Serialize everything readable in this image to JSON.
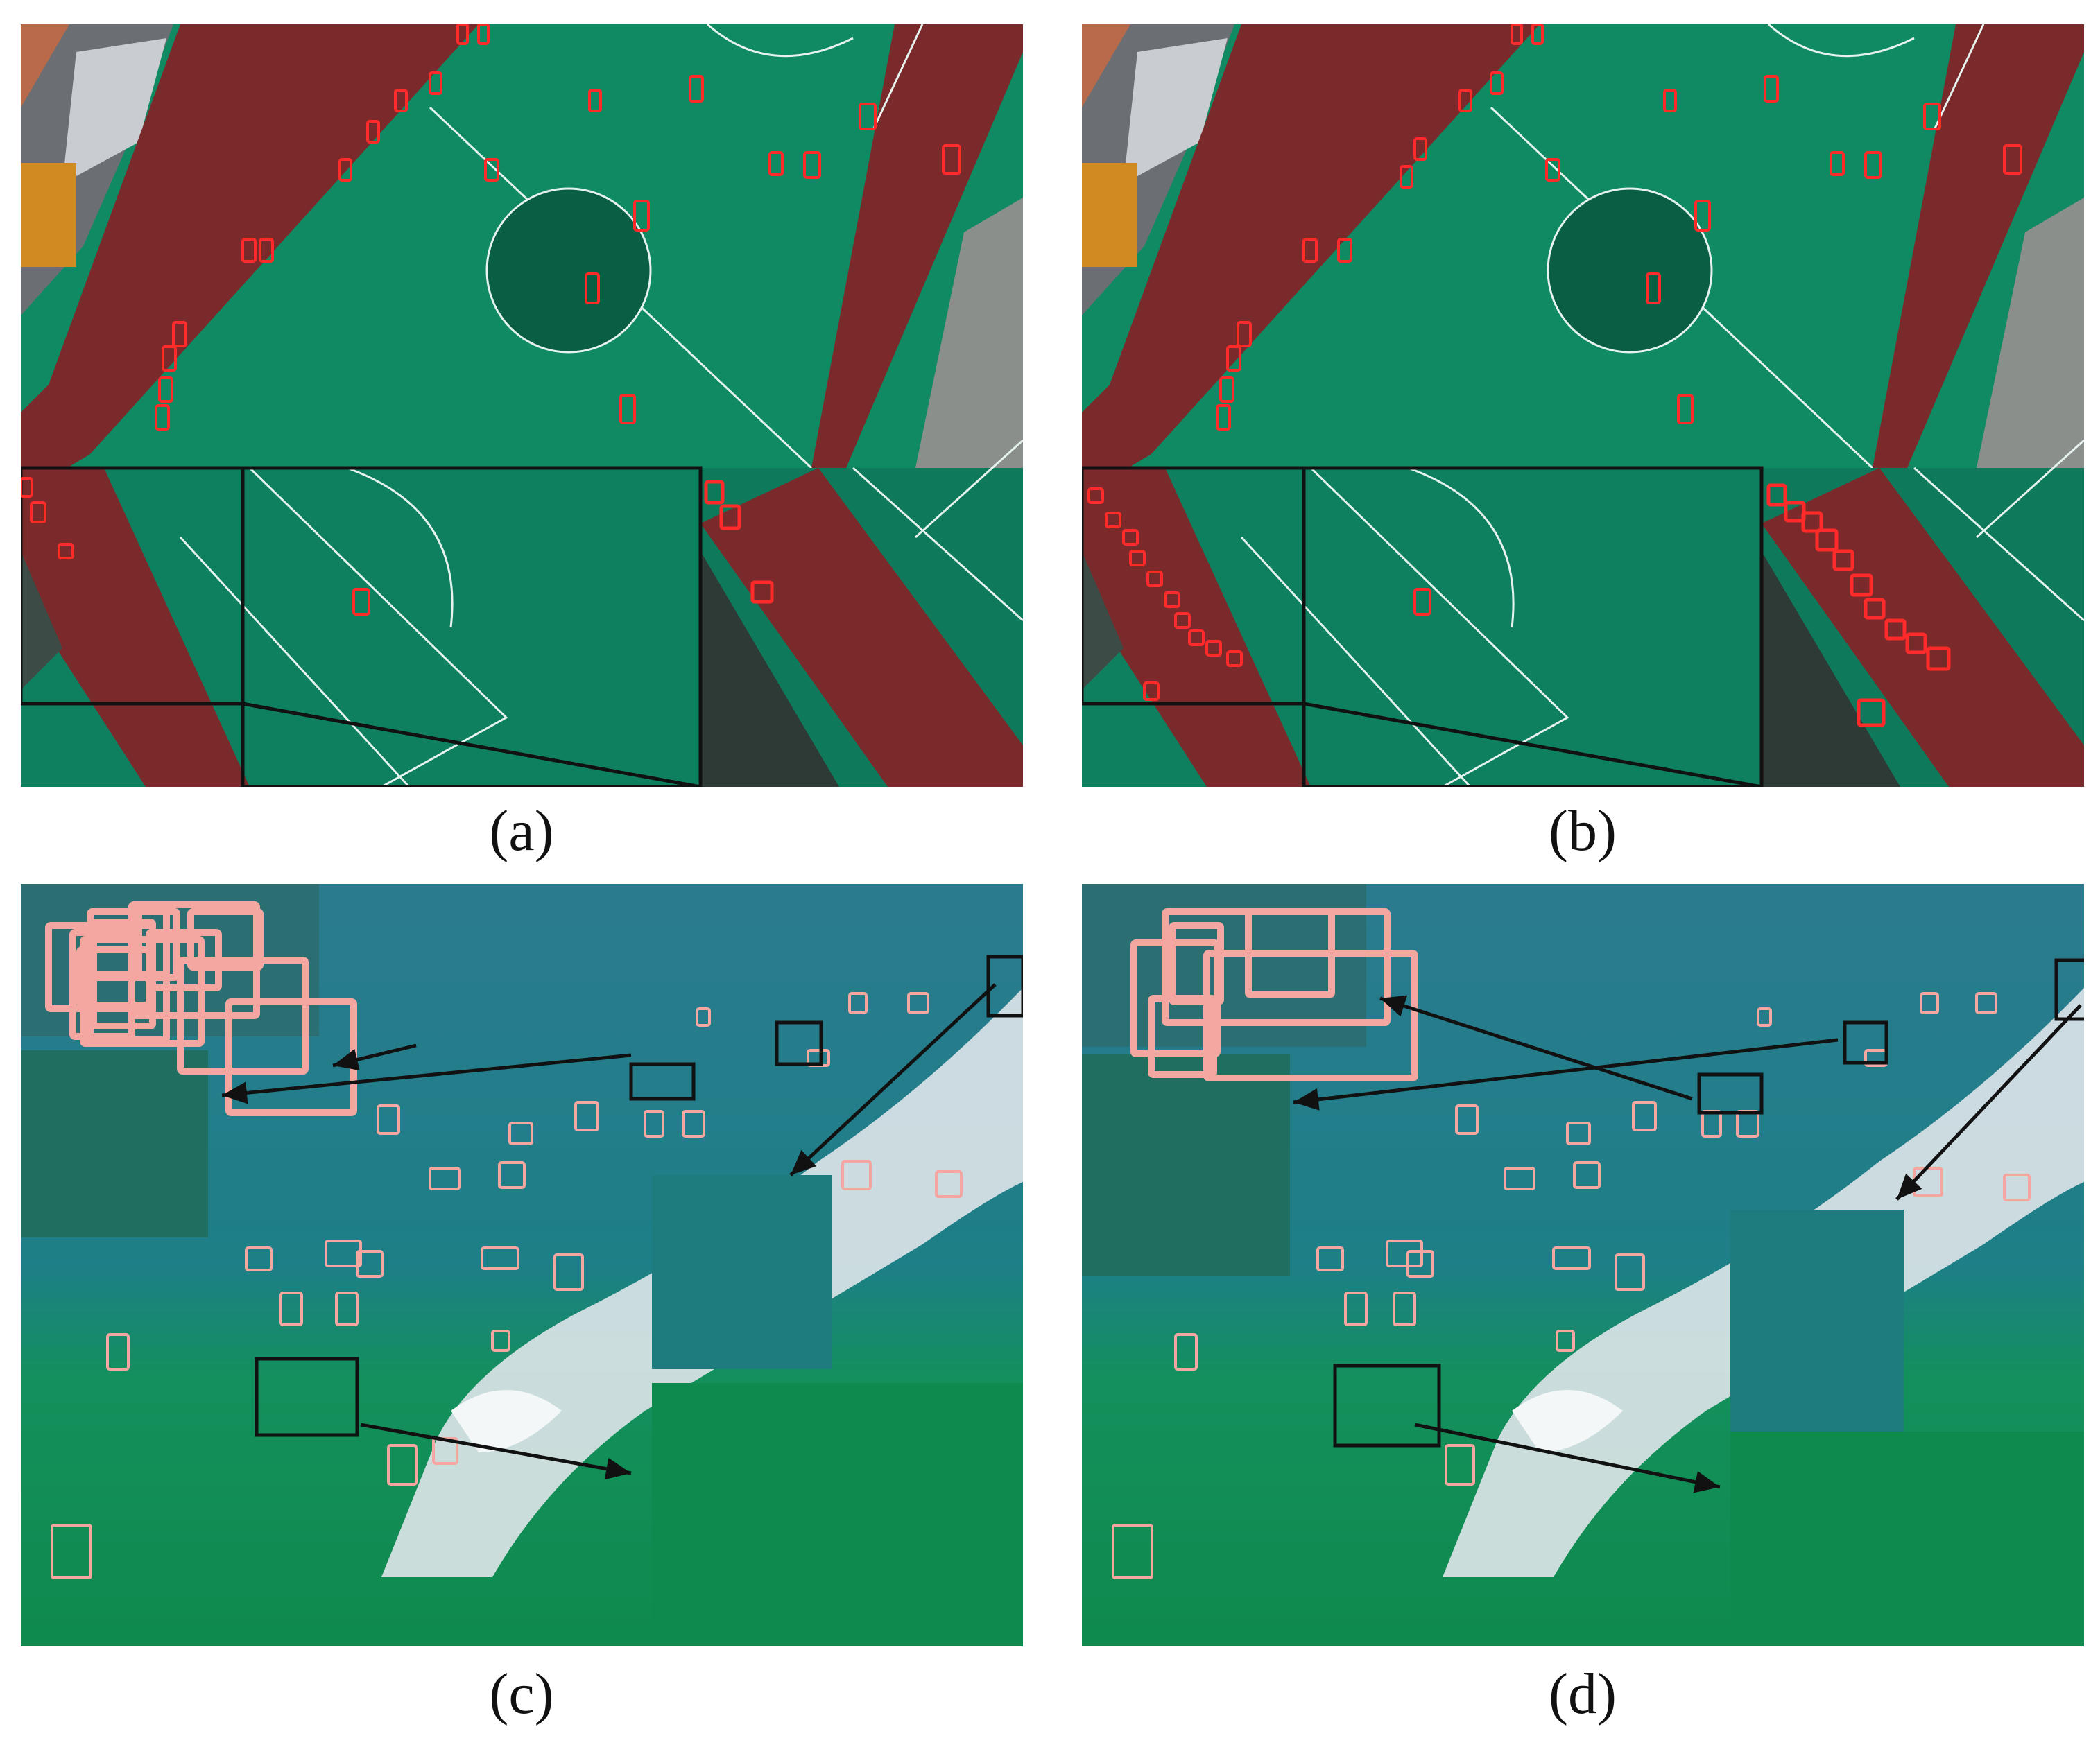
{
  "figure": {
    "panels": [
      {
        "id": "a",
        "label": "(a)",
        "scene": "soccer-field",
        "detector": "red-boxes"
      },
      {
        "id": "b",
        "label": "(b)",
        "scene": "soccer-field",
        "detector": "red-boxes"
      },
      {
        "id": "c",
        "label": "(c)",
        "scene": "surf-beach",
        "detector": "pink-boxes"
      },
      {
        "id": "d",
        "label": "(d)",
        "scene": "surf-beach",
        "detector": "pink-boxes"
      }
    ]
  },
  "colors": {
    "field_green": "#0f8a62",
    "field_dark": "#0a5e44",
    "track_red": "#7a2a2a",
    "line_white": "#e6f2ee",
    "box_red": "#ff2a2a",
    "box_pink": "#f3a7a0",
    "sea_blue": "#1d7f87",
    "sea_green": "#13905c",
    "foam": "#dfe6ea",
    "inset_frame": "#111111"
  }
}
